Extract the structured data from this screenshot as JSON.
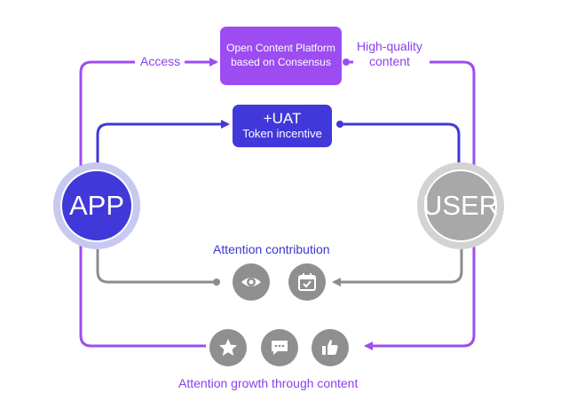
{
  "platform_box": {
    "line1": "Open Content Platform",
    "line2": "based on Consensus"
  },
  "token_box": {
    "line1": "+UAT",
    "line2": "Token incentive"
  },
  "app_node": {
    "label": "APP"
  },
  "user_node": {
    "label": "USER"
  },
  "labels": {
    "access": "Access",
    "quality_line1": "High-quality",
    "quality_line2": "content",
    "attention_contribution": "Attention contribution",
    "attention_growth": "Attention growth through content"
  },
  "icons": {
    "contribution": [
      "eye-icon",
      "calendar-check-icon"
    ],
    "growth": [
      "star-icon",
      "chat-bubble-icon",
      "thumbs-up-icon"
    ]
  },
  "colors": {
    "purple": "#9d4cf2",
    "blue": "#4138d9",
    "gray": "#8f8f8f",
    "label_purple": "#8a3ff0",
    "label_blue": "#3b36d0"
  }
}
